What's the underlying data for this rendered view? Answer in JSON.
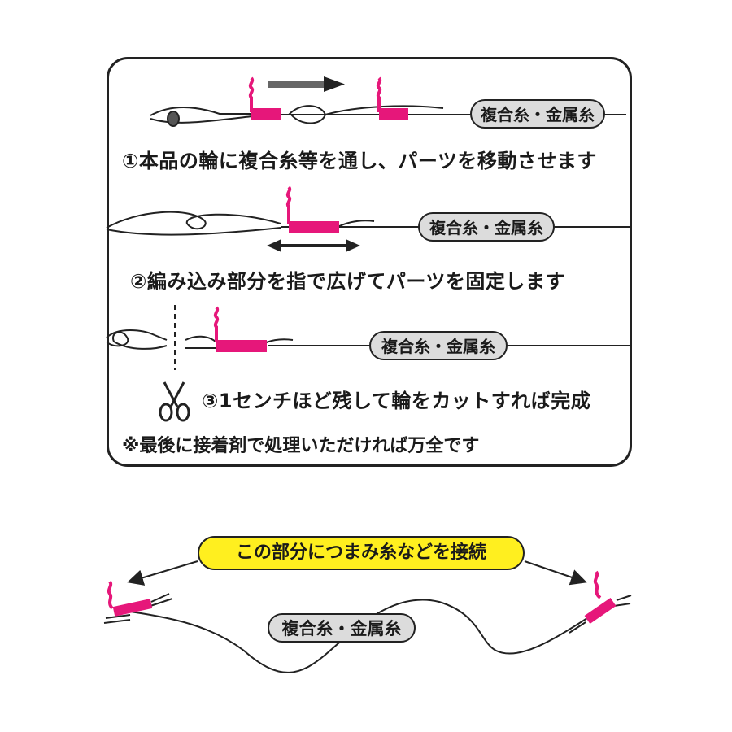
{
  "steps": [
    {
      "number": "①",
      "text": "本品の輪に複合糸等を通し、パーツを移動させます"
    },
    {
      "number": "②",
      "text": "編み込み部分を指で広げてパーツを固定します"
    },
    {
      "number": "③",
      "text": "1センチほど残して輪をカットすれば完成"
    }
  ],
  "note": "※最後に接着剤で処理いただければ万全です",
  "line_label": "複合糸・金属糸",
  "callout": "この部分につまみ糸などを接続",
  "colors": {
    "accent": "#e6177a",
    "callout": "#ffef1f",
    "label_fill": "#dcdcdc",
    "ink": "#222222"
  },
  "icons": [
    "scissors-icon",
    "double-arrow-icon",
    "right-arrow-icon"
  ]
}
